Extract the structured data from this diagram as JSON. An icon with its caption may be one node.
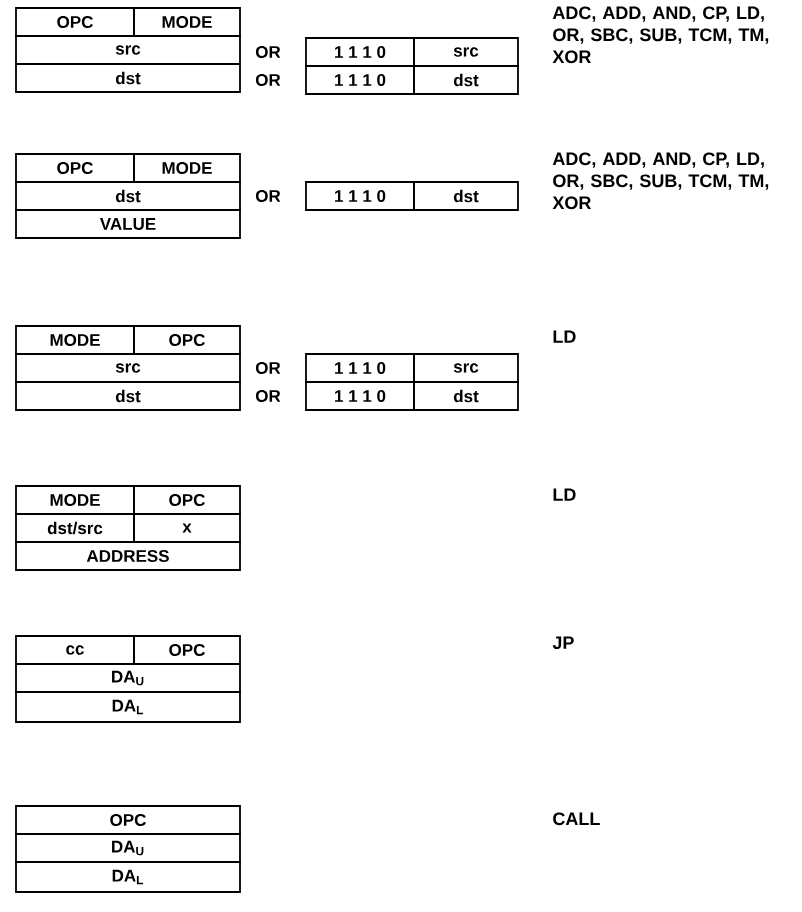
{
  "diagram": {
    "nodes": [
      {
        "text": [
          "OPC"
        ]
      },
      {
        "text": [
          "MODE"
        ]
      },
      {
        "text": [
          "src"
        ]
      },
      {
        "text": [
          "1 1 1 0"
        ]
      },
      {
        "text": [
          "src"
        ]
      },
      {
        "text": [
          "dst"
        ]
      },
      {
        "text": [
          "1 1 1 0"
        ]
      },
      {
        "text": [
          "dst"
        ]
      },
      {
        "text": [
          "OPC"
        ]
      },
      {
        "text": [
          "MODE"
        ]
      },
      {
        "text": [
          "dst"
        ]
      },
      {
        "text": [
          "1 1 1 0"
        ]
      },
      {
        "text": [
          "dst"
        ]
      },
      {
        "text": [
          "VALUE"
        ]
      },
      {
        "text": [
          "MODE"
        ]
      },
      {
        "text": [
          "OPC"
        ]
      },
      {
        "text": [
          "src"
        ]
      },
      {
        "text": [
          "1 1 1 0"
        ]
      },
      {
        "text": [
          "src"
        ]
      },
      {
        "text": [
          "dst"
        ]
      },
      {
        "text": [
          "1 1 1 0"
        ]
      },
      {
        "text": [
          "dst"
        ]
      },
      {
        "text": [
          "MODE"
        ]
      },
      {
        "text": [
          "OPC"
        ]
      },
      {
        "text": [
          "dst/src"
        ]
      },
      {
        "text": [
          "x"
        ]
      },
      {
        "text": [
          "ADDRESS"
        ]
      },
      {
        "text": [
          "cc"
        ]
      },
      {
        "text": [
          "OPC"
        ]
      },
      {
        "text": [
          "DA$_{U}$"
        ]
      },
      {
        "text": [
          "DA$_{L}$"
        ]
      },
      {
        "text": [
          "OPC"
        ]
      },
      {
        "text": [
          "DA$_{U}$"
        ]
      },
      {
        "text": [
          "DA$_{L}$"
        ]
      }
    ],
    "labels": [
      "ADC, ADD, AND, CP, LD, OR, SBC, SUB, TCM, TM, XOR",
      "OR",
      "OR",
      "ADC, ADD, AND, CP, LD, OR, SBC, SUB, TCM, TM, XOR",
      "OR",
      "LD",
      "OR",
      "OR",
      "LD",
      "JP",
      "CALL"
    ]
  }
}
